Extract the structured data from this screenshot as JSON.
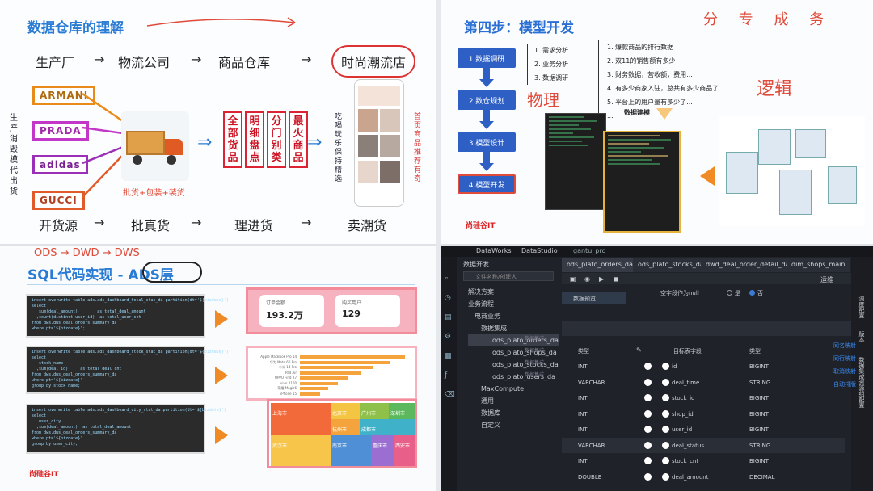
{
  "q1": {
    "title": "数据仓库的理解",
    "flow_top": [
      "生产厂",
      "物流公司",
      "商品仓库",
      "时尚潮流店"
    ],
    "arrow": "→",
    "brands": [
      "ARMANI",
      "PRADA",
      "adidas",
      "GUCCI"
    ],
    "side_labels": [
      "生",
      "产",
      "消",
      "毁",
      "模",
      "代",
      "出",
      "货"
    ],
    "columns": [
      "全部货品",
      "明细盘点",
      "分门别类",
      "最火商品"
    ],
    "truck_caption": "批货+包装+装货",
    "right_notes_a": [
      "吃",
      "喝",
      "玩",
      "乐",
      "保",
      "持",
      "精",
      "选"
    ],
    "right_notes_b": [
      "首",
      "页",
      "商",
      "品",
      "推",
      "荐",
      "有",
      "奇"
    ],
    "flow_bottom": [
      "开货源",
      "批真货",
      "理进货",
      "卖潮货"
    ],
    "colors": {
      "armani": "#e98b1a",
      "prada": "#c236c8",
      "adidas": "#9b2fb8",
      "gucci": "#e05a2a"
    }
  },
  "q2": {
    "title": "第四步：模型开发",
    "annotation_top": "分 专 成 务",
    "steps": [
      "1.数据调研",
      "2.数仓规划",
      "3.模型设计",
      "4.模型开发"
    ],
    "analysis": [
      "1. 需求分析",
      "2. 业务分析",
      "3. 数据调研"
    ],
    "questions": [
      "1. 爆款商品的排行数据",
      "2. 双11的销售额有多少",
      "3. 财务数据，营收额，费用...",
      "4. 有多少商家入驻，总共有多少商品了...",
      "5. 平台上的用户量有多少了...",
      "..."
    ],
    "model_label": "数据建模",
    "logic_note": "逻辑",
    "phys_note": "物理",
    "logo": "尚硅谷IT"
  },
  "q3": {
    "top_note": "ODS → DWD → DWS",
    "title": "SQL代码实现 - ADS层",
    "sql": [
      "insert overwrite table ads.ads_dashboard_total_stat_da partition(dt='${bizdate}')\nselect\n   sum(deal_amount)        as total_deal_amount\n  ,count(distinct user_id)  as total_user_cnt\nfrom dws.dws_deal_orders_summary_da\nwhere pt='${bizdate}';",
      "insert overwrite table ads.ads_dashboard_stock_stat_da partition(dt='${bizdate}')\nselect\n   stock_name\n  ,sum(deal_id)     as total_deal_cnt\nfrom dws.dws_deal_orders_summary_da\nwhere pt='${bizdate}'\ngroup by stock_name;",
      "insert overwrite table ads.ads_dashboard_city_stat_da partition(dt='${bizdate}')\nselect\n   user_city\n  ,sum(deal_amount)  as total_deal_amount\nfrom dws.dws_deal_orders_summary_da\nwhere pt='${bizdate}'\ngroup by user_city;"
    ],
    "kpi1_label": "订单金额",
    "kpi1_value": "193.2万",
    "kpi2_label": "购买用户",
    "kpi2_value": "129",
    "bar_labels": [
      "Apple MacBook Pro 14",
      "华为 Mate 60 Pro",
      "小米 14 Pro",
      "iPad Air",
      "OPPO Find X7",
      "vivo X100",
      "荣耀 Magic6",
      "iPhone 15"
    ],
    "bar_values": [
      1.0,
      0.86,
      0.7,
      0.58,
      0.46,
      0.36,
      0.27,
      0.19
    ],
    "treemap": [
      "上海市",
      "北京市",
      "广州市",
      "深圳市",
      "杭州市",
      "成都市",
      "武汉市",
      "南京市",
      "重庆市",
      "西安市"
    ],
    "logo": "尚硅谷IT"
  },
  "q4": {
    "app": "DataWorks",
    "module": "DataStudio",
    "project": "gantu_pro",
    "left_title": "数据开发",
    "search_placeholder": "文件名称/创建人",
    "tree": [
      "解决方案",
      "业务流程",
      "电商业务",
      "数据集成",
      "ods_plato_orders_da",
      "ods_plato_shops_da",
      "ods_plato_stocks_da",
      "ods_plato_users_da",
      "MaxCompute",
      "通用",
      "数据库",
      "自定义"
    ],
    "tags": [
      "数据集成",
      "数据集成",
      "数据集成",
      "数据集成"
    ],
    "tabs": [
      "ods_plato_orders_da",
      "ods_plato_stocks_da",
      "dwd_deal_order_detail_da",
      "dim_shops_main"
    ],
    "run_label": "运维",
    "mode_label": "空字段作为null",
    "mode_yes": "是",
    "mode_no": "否",
    "section": "数据预览",
    "col_type": "类型",
    "col_target": "目标表字段",
    "col_type2": "类型",
    "rows": [
      {
        "src": "INT",
        "tgt": "id",
        "type": "BIGINT"
      },
      {
        "src": "VARCHAR",
        "tgt": "deal_time",
        "type": "STRING"
      },
      {
        "src": "INT",
        "tgt": "stock_id",
        "type": "BIGINT"
      },
      {
        "src": "INT",
        "tgt": "shop_id",
        "type": "BIGINT"
      },
      {
        "src": "INT",
        "tgt": "user_id",
        "type": "BIGINT"
      },
      {
        "src": "VARCHAR",
        "tgt": "deal_status",
        "type": "STRING"
      },
      {
        "src": "INT",
        "tgt": "stock_cnt",
        "type": "BIGINT"
      },
      {
        "src": "DOUBLE",
        "tgt": "deal_amount",
        "type": "DECIMAL"
      }
    ],
    "right_side": [
      "调度配置",
      "版本",
      "数据集成资源组配置"
    ],
    "right_links": [
      "同名映射",
      "同行映射",
      "取消映射",
      "自动排版"
    ]
  }
}
